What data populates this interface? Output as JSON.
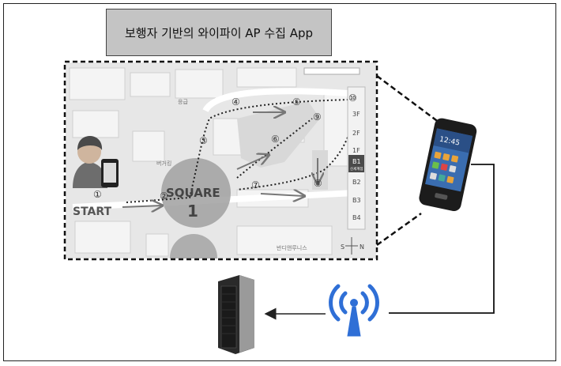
{
  "title": "보행자 기반의 와이파이 AP 수집 App",
  "map": {
    "start_label": "START",
    "square_label": "SQUARE",
    "square_number": "1",
    "floors": [
      "3F",
      "2F",
      "1F",
      "B1",
      "B2",
      "B3",
      "B4"
    ],
    "active_floor_sub": "신세계점",
    "waypoints": [
      "①",
      "②",
      "③",
      "④",
      "⑤",
      "⑥",
      "⑦",
      "⑧",
      "⑨",
      "⑩"
    ],
    "small_labels": [
      "응급",
      "버거킹",
      "반디앤루니스"
    ],
    "compass": {
      "n": "N",
      "s": "S"
    }
  },
  "phone": {
    "time": "12:45"
  },
  "colors": {
    "wifi": "#2f6fd6",
    "map_bg": "#e6e6e6",
    "square": "#9a9a9a"
  }
}
